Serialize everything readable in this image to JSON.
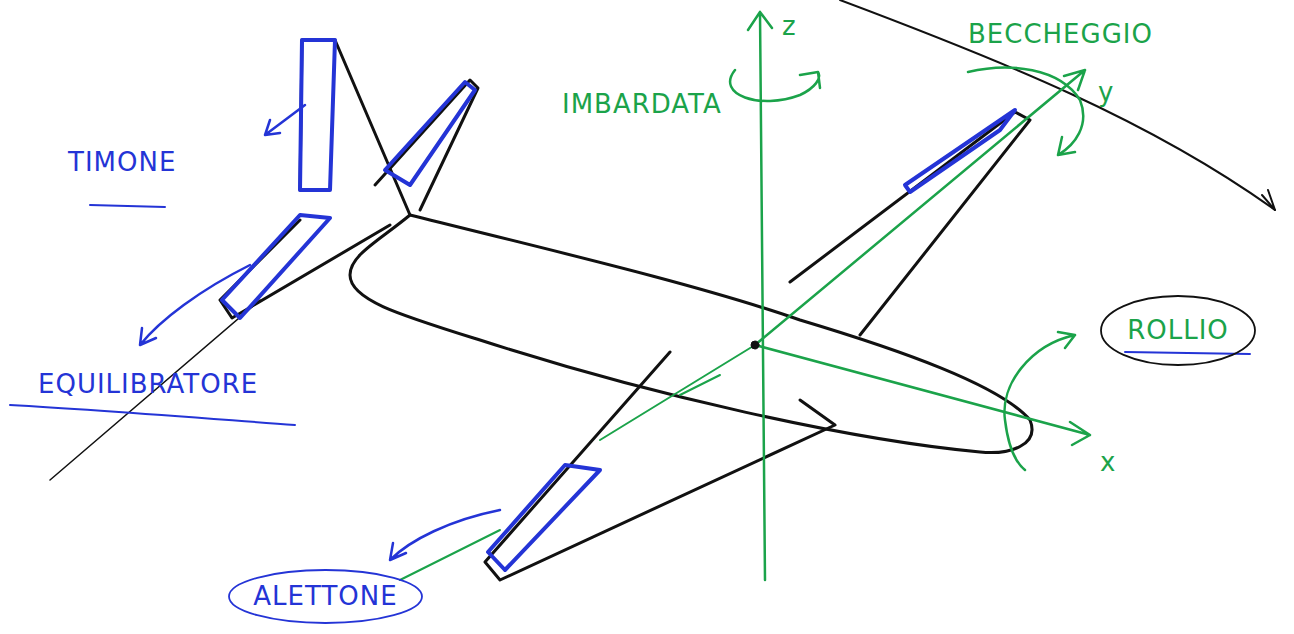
{
  "diagram": {
    "nodes": [
      {
        "text": [
          "ROLLIO"
        ]
      },
      {
        "text": [
          "ALETTONE"
        ]
      }
    ],
    "labels": [
      "TIMONE",
      "EQUILIBRATORE",
      "IMBARDATA",
      "BECCHEGGIO",
      "z",
      "y",
      "x"
    ]
  }
}
